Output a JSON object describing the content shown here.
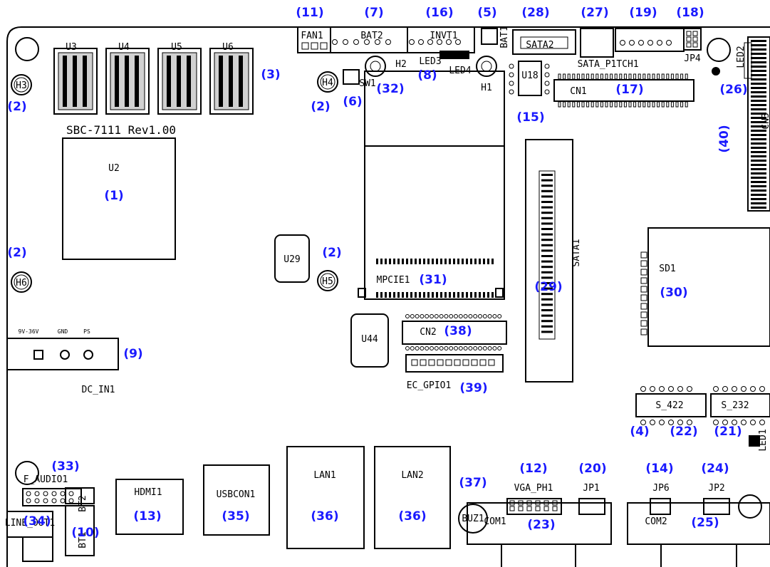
{
  "colors": {
    "callout": "#1a1aff",
    "ink": "#000000",
    "board": "#ffffff"
  },
  "board": {
    "silkscreen_title": "SBC-7111 Rev1.00",
    "dc_input_labels": [
      "9V-36V",
      "GND",
      "PS"
    ]
  },
  "components": [
    {
      "id": "U3",
      "label": "U3"
    },
    {
      "id": "U4",
      "label": "U4"
    },
    {
      "id": "U5",
      "label": "U5"
    },
    {
      "id": "U6",
      "label": "U6"
    },
    {
      "id": "U2",
      "label": "U2"
    },
    {
      "id": "H1",
      "label": "H1"
    },
    {
      "id": "H2",
      "label": "H2"
    },
    {
      "id": "H3",
      "label": "H3"
    },
    {
      "id": "H4",
      "label": "H4"
    },
    {
      "id": "H5",
      "label": "H5"
    },
    {
      "id": "H6",
      "label": "H6"
    },
    {
      "id": "SW1",
      "label": "SW1"
    },
    {
      "id": "FAN1",
      "label": "FAN1"
    },
    {
      "id": "BAT2",
      "label": "BAT2"
    },
    {
      "id": "INVT1",
      "label": "INVT1"
    },
    {
      "id": "BAT1",
      "label": "BAT1"
    },
    {
      "id": "SATA2",
      "label": "SATA2"
    },
    {
      "id": "SATA_P1",
      "label": "SATA_P1"
    },
    {
      "id": "TCH1",
      "label": "TCH1"
    },
    {
      "id": "JP4",
      "label": "JP4"
    },
    {
      "id": "LED2",
      "label": "LED2"
    },
    {
      "id": "LED3",
      "label": "LED3"
    },
    {
      "id": "LED4",
      "label": "LED4"
    },
    {
      "id": "U18",
      "label": "U18"
    },
    {
      "id": "CN1",
      "label": "CN1"
    },
    {
      "id": "CN3",
      "label": "CN3"
    },
    {
      "id": "U29",
      "label": "U29"
    },
    {
      "id": "MPCIE1",
      "label": "MPCIE1"
    },
    {
      "id": "SATA1",
      "label": "SATA1"
    },
    {
      "id": "SD1",
      "label": "SD1"
    },
    {
      "id": "U44",
      "label": "U44"
    },
    {
      "id": "CN2",
      "label": "CN2"
    },
    {
      "id": "EC_GPIO1",
      "label": "EC_GPIO1"
    },
    {
      "id": "DC_IN1",
      "label": "DC_IN1"
    },
    {
      "id": "S_422",
      "label": "S_422"
    },
    {
      "id": "S_232",
      "label": "S_232"
    },
    {
      "id": "F_AUDIO1",
      "label": "F_AUDIO1"
    },
    {
      "id": "LINE_OUT1",
      "label": "LINE_OUT1"
    },
    {
      "id": "BT1",
      "label": "BT1"
    },
    {
      "id": "BT2",
      "label": "BT2"
    },
    {
      "id": "HDMI1",
      "label": "HDMI1"
    },
    {
      "id": "USBCON1",
      "label": "USBCON1"
    },
    {
      "id": "LAN1",
      "label": "LAN1"
    },
    {
      "id": "LAN2",
      "label": "LAN2"
    },
    {
      "id": "BUZ1",
      "label": "BUZ1"
    },
    {
      "id": "VGA_PH1",
      "label": "VGA_PH1"
    },
    {
      "id": "JP1",
      "label": "JP1"
    },
    {
      "id": "JP6",
      "label": "JP6"
    },
    {
      "id": "JP2",
      "label": "JP2"
    },
    {
      "id": "COM1",
      "label": "COM1"
    },
    {
      "id": "COM2",
      "label": "COM2"
    },
    {
      "id": "LED1",
      "label": "LED1"
    }
  ],
  "callouts": [
    {
      "id": "c11",
      "text": "(11)"
    },
    {
      "id": "c7",
      "text": "(7)"
    },
    {
      "id": "c16",
      "text": "(16)"
    },
    {
      "id": "c5",
      "text": "(5)"
    },
    {
      "id": "c28",
      "text": "(28)"
    },
    {
      "id": "c27",
      "text": "(27)"
    },
    {
      "id": "c19",
      "text": "(19)"
    },
    {
      "id": "c18",
      "text": "(18)"
    },
    {
      "id": "c3",
      "text": "(3)"
    },
    {
      "id": "c2a",
      "text": "(2)"
    },
    {
      "id": "c2b",
      "text": "(2)"
    },
    {
      "id": "c6",
      "text": "(6)"
    },
    {
      "id": "c32",
      "text": "(32)"
    },
    {
      "id": "c8",
      "text": "(8)"
    },
    {
      "id": "c17",
      "text": "(17)"
    },
    {
      "id": "c26",
      "text": "(26)"
    },
    {
      "id": "c15",
      "text": "(15)"
    },
    {
      "id": "c40",
      "text": "(40)"
    },
    {
      "id": "c1",
      "text": "(1)"
    },
    {
      "id": "c2c",
      "text": "(2)"
    },
    {
      "id": "c2d",
      "text": "(2)"
    },
    {
      "id": "c31",
      "text": "(31)"
    },
    {
      "id": "c29",
      "text": "(29)"
    },
    {
      "id": "c30",
      "text": "(30)"
    },
    {
      "id": "c9",
      "text": "(9)"
    },
    {
      "id": "c38",
      "text": "(38)"
    },
    {
      "id": "c39",
      "text": "(39)"
    },
    {
      "id": "c4",
      "text": "(4)"
    },
    {
      "id": "c22",
      "text": "(22)"
    },
    {
      "id": "c21",
      "text": "(21)"
    },
    {
      "id": "c33",
      "text": "(33)"
    },
    {
      "id": "c37",
      "text": "(37)"
    },
    {
      "id": "c12",
      "text": "(12)"
    },
    {
      "id": "c20",
      "text": "(20)"
    },
    {
      "id": "c14",
      "text": "(14)"
    },
    {
      "id": "c24",
      "text": "(24)"
    },
    {
      "id": "c34",
      "text": "(34)"
    },
    {
      "id": "c10",
      "text": "(10)"
    },
    {
      "id": "c13",
      "text": "(13)"
    },
    {
      "id": "c35",
      "text": "(35)"
    },
    {
      "id": "c36a",
      "text": "(36)"
    },
    {
      "id": "c36b",
      "text": "(36)"
    },
    {
      "id": "c23",
      "text": "(23)"
    },
    {
      "id": "c25",
      "text": "(25)"
    }
  ]
}
